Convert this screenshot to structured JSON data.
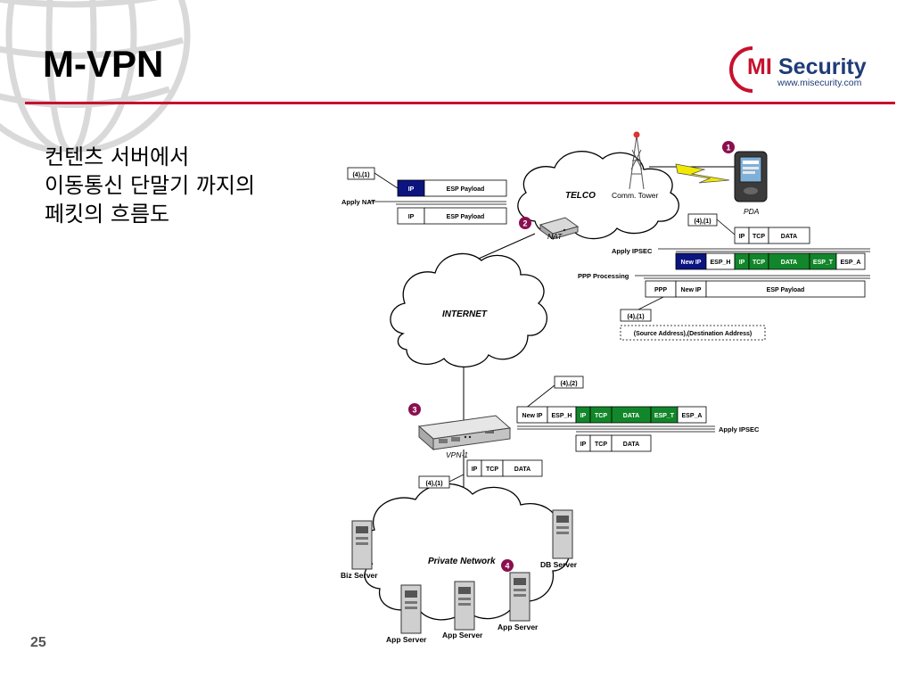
{
  "slide": {
    "title": "M-VPN",
    "body_text": "컨텐츠 서버에서\n이동통신 단말기 까지의\n페킷의 흐름도",
    "page_number": "25"
  },
  "logo": {
    "initials": "MI",
    "brand_rest": "Security",
    "url": "www.misecurity.com",
    "colors": {
      "mi": "#c8102e",
      "security": "#1f3c78"
    }
  },
  "diagram": {
    "clouds": {
      "telco": "TELCO",
      "internet": "INTERNET",
      "private": "Private Network"
    },
    "devices": {
      "tower": "Comm. Tower",
      "pda": "PDA",
      "nat": "NAT",
      "vpn": "VPN-1",
      "biz_server": "Biz Server",
      "db_server": "DB Server",
      "app_server": "App Server"
    },
    "steps": [
      "1",
      "2",
      "3",
      "4"
    ],
    "labels": {
      "apply_nat": "Apply NAT",
      "apply_ipsec": "Apply IPSEC",
      "ppp_processing": "PPP Processing",
      "addr_note": "(Source Address),(Destination Address)"
    },
    "tags": {
      "nat_top": "(4),(1)",
      "pda": "(4),(1)",
      "ppp": "(4),(1)",
      "vpn": "(4),(2)",
      "private": "(4),(1)"
    },
    "fields": {
      "ip": "IP",
      "esp_payload": "ESP Payload",
      "tcp": "TCP",
      "data": "DATA",
      "new_ip": "New IP",
      "esp_h": "ESP_H",
      "esp_t": "ESP_T",
      "esp_a": "ESP_A",
      "ppp": "PPP"
    }
  },
  "colors": {
    "green": "#12862a",
    "navy": "#0c1480",
    "red": "#c8102e",
    "step_circle": "#8a0f4f"
  }
}
